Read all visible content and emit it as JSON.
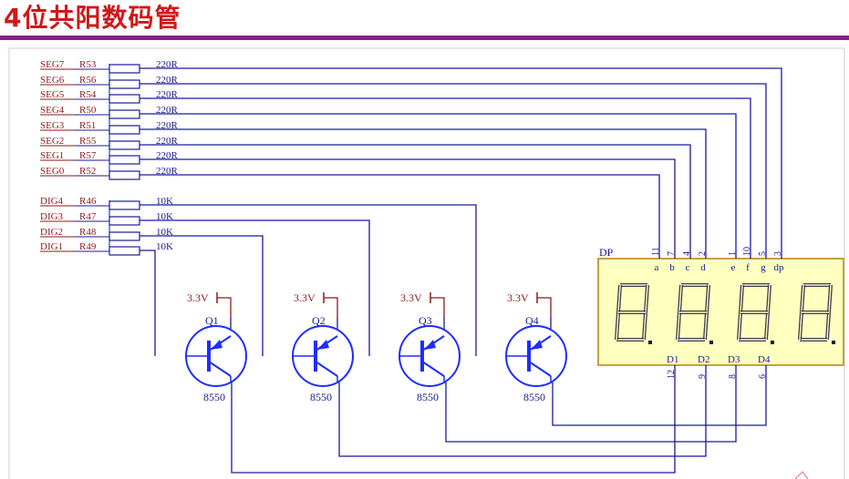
{
  "title": "4位共阳数码管",
  "colors": {
    "title": "#d01818",
    "rule": "#8a1e8a",
    "wire": "#1a1a9a",
    "net_label": "#8b1a1a",
    "display_fill": "#ffffc0",
    "display_border": "#c8a040",
    "transistor": "#1f2dff"
  },
  "nets": [
    {
      "net": "SEG7",
      "ref": "R53",
      "value": "220R",
      "pin_label": "dp",
      "pin_num": "3"
    },
    {
      "net": "SEG6",
      "ref": "R56",
      "value": "220R",
      "pin_label": "g",
      "pin_num": "5"
    },
    {
      "net": "SEG5",
      "ref": "R54",
      "value": "220R",
      "pin_label": "f",
      "pin_num": "10"
    },
    {
      "net": "SEG4",
      "ref": "R50",
      "value": "220R",
      "pin_label": "e",
      "pin_num": "1"
    },
    {
      "net": "SEG3",
      "ref": "R51",
      "value": "220R",
      "pin_label": "d",
      "pin_num": "2"
    },
    {
      "net": "SEG2",
      "ref": "R55",
      "value": "220R",
      "pin_label": "c",
      "pin_num": "4"
    },
    {
      "net": "SEG1",
      "ref": "R57",
      "value": "220R",
      "pin_label": "b",
      "pin_num": "7"
    },
    {
      "net": "SEG0",
      "ref": "R52",
      "value": "220R",
      "pin_label": "a",
      "pin_num": "11"
    },
    {
      "net": "DIG4",
      "ref": "R46",
      "value": "10K"
    },
    {
      "net": "DIG3",
      "ref": "R47",
      "value": "10K"
    },
    {
      "net": "DIG2",
      "ref": "R48",
      "value": "10K"
    },
    {
      "net": "DIG1",
      "ref": "R49",
      "value": "10K"
    }
  ],
  "transistors": [
    {
      "ref": "Q1",
      "type": "8550",
      "supply": "3.3V"
    },
    {
      "ref": "Q2",
      "type": "8550",
      "supply": "3.3V"
    },
    {
      "ref": "Q3",
      "type": "8550",
      "supply": "3.3V"
    },
    {
      "ref": "Q4",
      "type": "8550",
      "supply": "3.3V"
    }
  ],
  "display": {
    "dp_label": "DP",
    "digits": [
      {
        "label": "D1",
        "pin": "12"
      },
      {
        "label": "D2",
        "pin": "9"
      },
      {
        "label": "D3",
        "pin": "8"
      },
      {
        "label": "D4",
        "pin": "6"
      }
    ]
  }
}
